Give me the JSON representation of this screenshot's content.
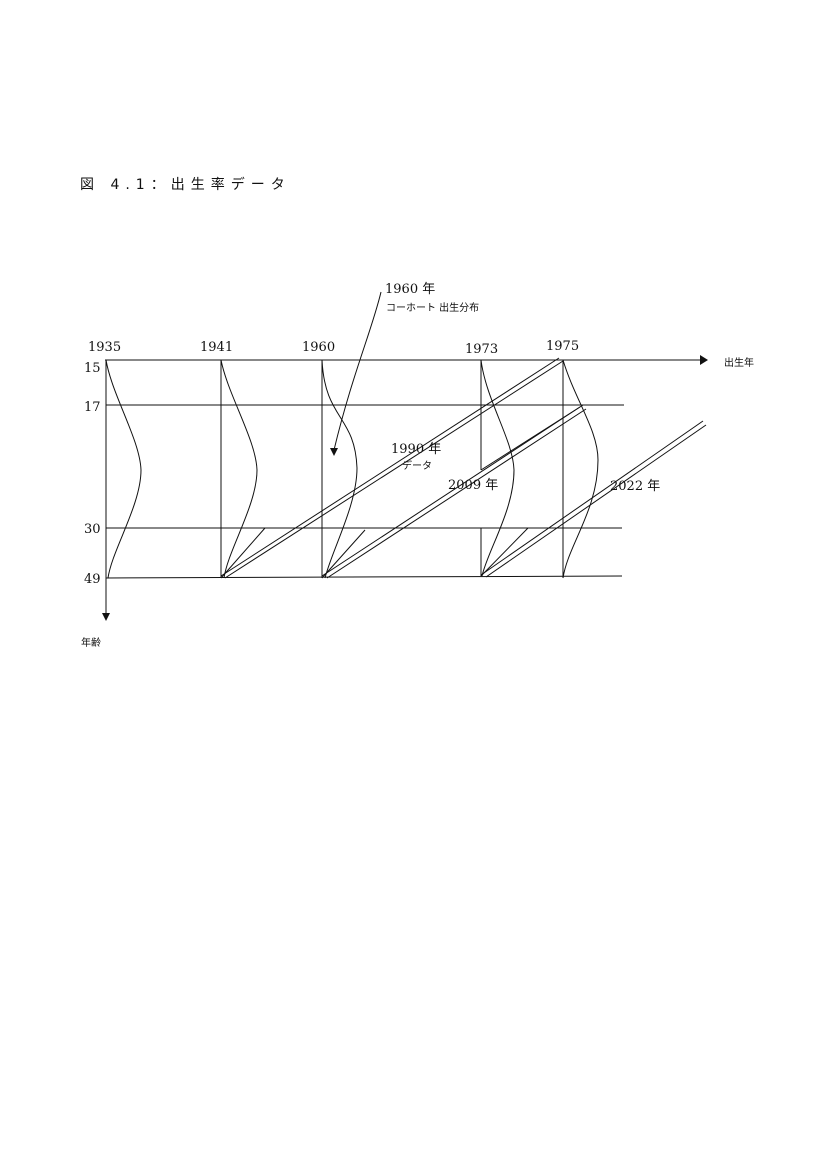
{
  "caption": "図 4.1：出生率データ",
  "axes": {
    "x_label": "出生年",
    "y_label": "年齢",
    "x_ticks": [
      "1935",
      "1941",
      "1960",
      "1973",
      "1975"
    ],
    "y_ticks": [
      "15",
      "17",
      "30",
      "49"
    ]
  },
  "annotations": {
    "cohort_year": "1960 年",
    "cohort_text": "コーホート 出生分布",
    "period_1990_year": "1990 年",
    "period_1990_text": "データ",
    "period_2009": "2009 年",
    "period_2022": "2022 年"
  }
}
